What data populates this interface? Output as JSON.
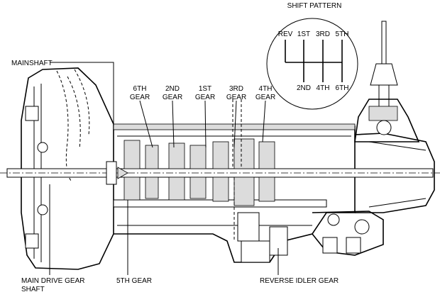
{
  "shift_pattern": {
    "title": "SHIFT PATTERN",
    "top_positions": [
      "REV",
      "1ST",
      "3RD",
      "5TH"
    ],
    "bottom_positions": [
      "2ND",
      "4TH",
      "6TH"
    ]
  },
  "labels": {
    "mainshaft": "MAINSHAFT",
    "gear_6th_a": "6TH",
    "gear_6th_b": "GEAR",
    "gear_2nd_a": "2ND",
    "gear_2nd_b": "GEAR",
    "gear_1st_a": "1ST",
    "gear_1st_b": "GEAR",
    "gear_3rd_a": "3RD",
    "gear_3rd_b": "GEAR",
    "gear_4th_a": "4TH",
    "gear_4th_b": "GEAR",
    "main_drive_a": "MAIN DRIVE GEAR",
    "main_drive_b": "SHAFT",
    "gear_5th": "5TH GEAR",
    "reverse_idler": "REVERSE IDLER GEAR"
  }
}
